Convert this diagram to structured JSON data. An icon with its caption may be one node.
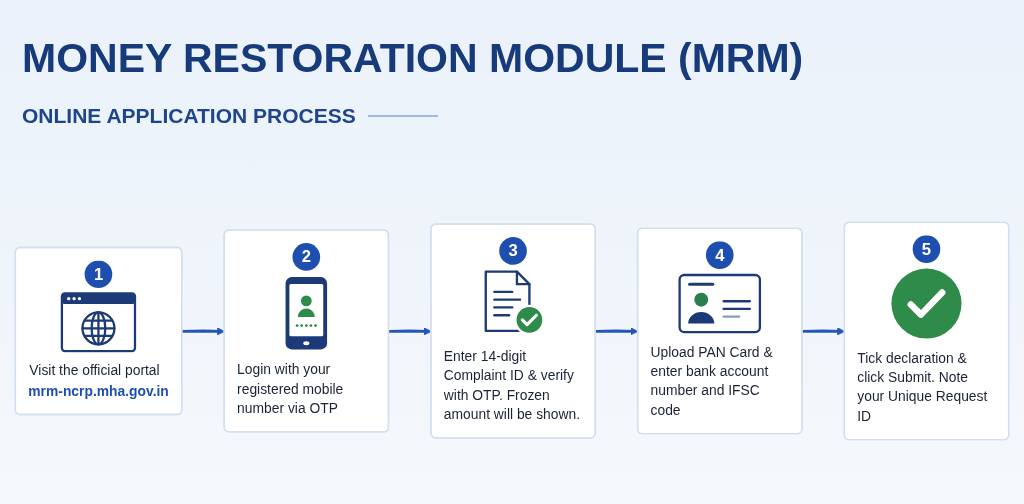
{
  "diagram": {
    "title": "MONEY RESTORATION MODULE (MRM)",
    "nodes": [
      {
        "text": [
          "1",
          "Visit the official portal",
          "mrm-ncrp.mha.gov.in"
        ]
      },
      {
        "text": [
          "2",
          "Login with your registered mobile number via OTP"
        ]
      },
      {
        "text": [
          "3",
          "Enter 14-digit Complaint ID & verify with OTP. Frozen amount will be shown."
        ]
      },
      {
        "text": [
          "4",
          "Upload PAN Card & enter bank account number and IFSC code"
        ]
      },
      {
        "text": [
          "5",
          "Tick declaration & click Submit. Note your Unique Request ID"
        ]
      }
    ],
    "edges": [
      {
        "from": 0,
        "to": 1,
        "arrow": "to"
      },
      {
        "from": 1,
        "to": 2,
        "arrow": "to"
      },
      {
        "from": 2,
        "to": 3,
        "arrow": "to"
      },
      {
        "from": 3,
        "to": 4,
        "arrow": "to"
      }
    ],
    "labels": [
      "ONLINE APPLICATION PROCESS"
    ]
  }
}
